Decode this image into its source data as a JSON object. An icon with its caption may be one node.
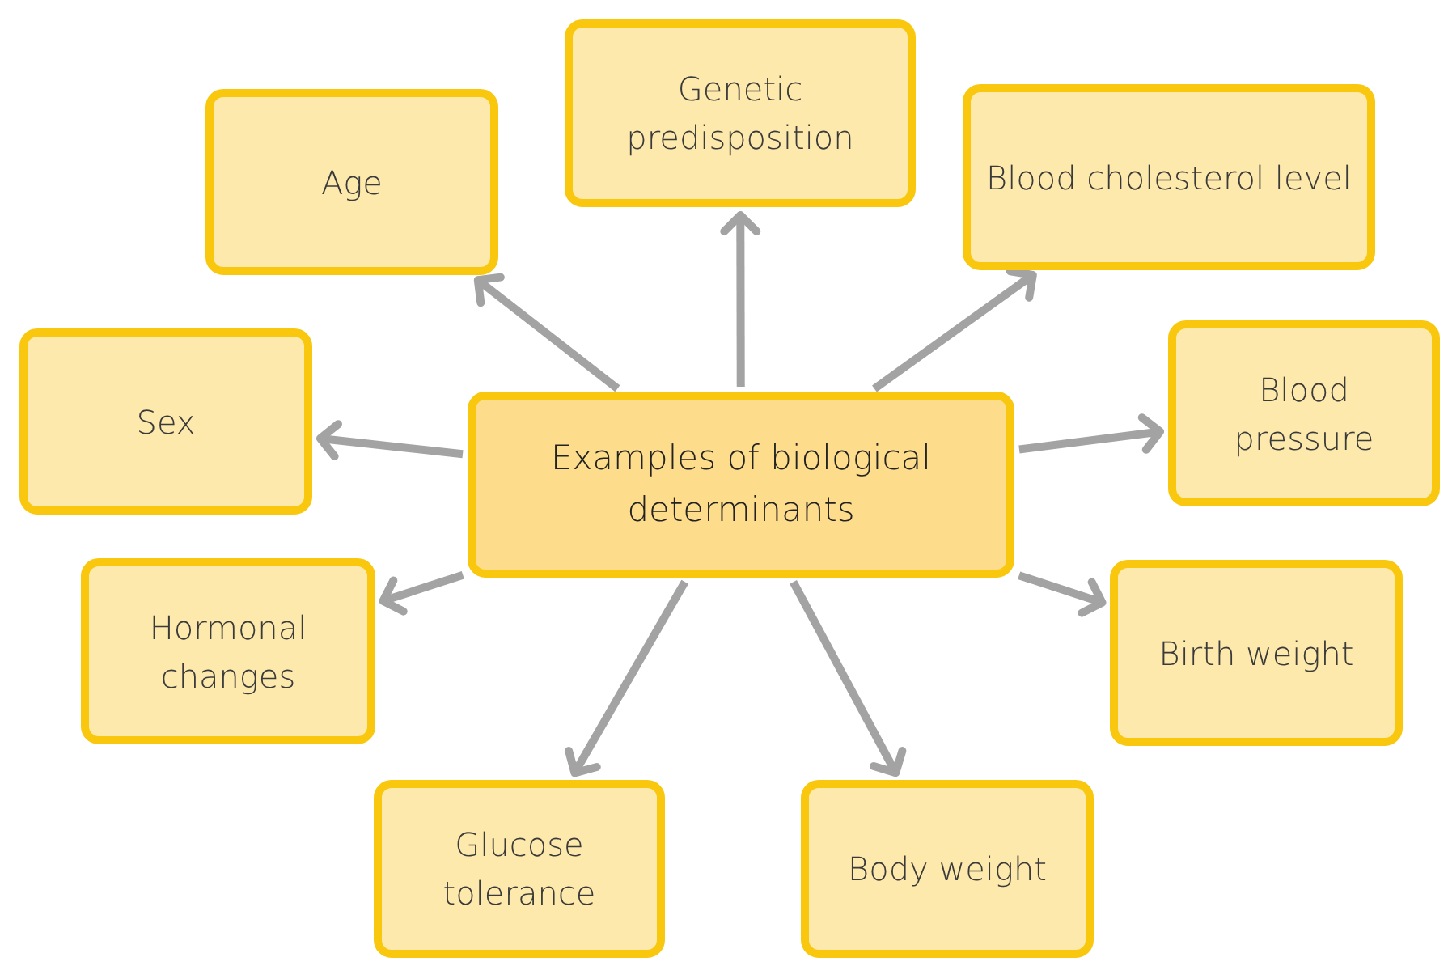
{
  "diagram": {
    "nodes": [
      {
        "text": [
          "Examples of biological determinants"
        ]
      },
      {
        "text": [
          "Age"
        ]
      },
      {
        "text": [
          "Genetic predisposition"
        ]
      },
      {
        "text": [
          "Blood cholesterol level"
        ]
      },
      {
        "text": [
          "Sex"
        ]
      },
      {
        "text": [
          "Blood pressure"
        ]
      },
      {
        "text": [
          "Hormonal changes"
        ]
      },
      {
        "text": [
          "Birth weight"
        ]
      },
      {
        "text": [
          "Glucose tolerance"
        ]
      },
      {
        "text": [
          "Body weight"
        ]
      }
    ],
    "edges": [
      {
        "from": 0,
        "to": 1,
        "arrow": "to"
      },
      {
        "from": 0,
        "to": 2,
        "arrow": "to"
      },
      {
        "from": 0,
        "to": 3,
        "arrow": "to"
      },
      {
        "from": 0,
        "to": 4,
        "arrow": "to"
      },
      {
        "from": 0,
        "to": 5,
        "arrow": "to"
      },
      {
        "from": 0,
        "to": 6,
        "arrow": "to"
      },
      {
        "from": 0,
        "to": 7,
        "arrow": "to"
      },
      {
        "from": 0,
        "to": 8,
        "arrow": "to"
      },
      {
        "from": 0,
        "to": 9,
        "arrow": "to"
      }
    ]
  }
}
